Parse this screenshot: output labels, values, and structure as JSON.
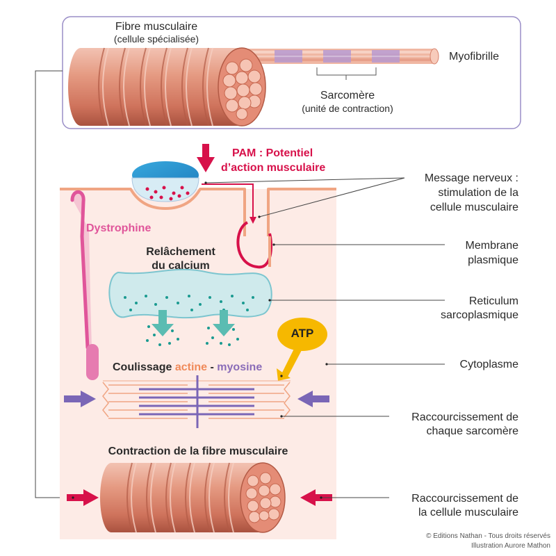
{
  "top": {
    "fibre_title": "Fibre musculaire",
    "fibre_sub": "(cellule spécialisée)",
    "myofibrille": "Myofibrille",
    "sarcomere": "Sarcomère",
    "sarcomere_sub": "(unité de contraction)"
  },
  "pam": {
    "line1": "PAM : Potentiel",
    "line2": "d’action musculaire"
  },
  "labels": {
    "dystrophine": "Dystrophine",
    "calcium_1": "Relâchement",
    "calcium_2": "du calcium",
    "atp": "ATP",
    "coulissage": "Coulissage",
    "actine": "actine",
    "dash": "-",
    "myosine": "myosine",
    "contraction": "Contraction de la fibre musculaire"
  },
  "right": {
    "message_1": "Message nerveux :",
    "message_2": "stimulation de la",
    "message_3": "cellule musculaire",
    "membrane_1": "Membrane",
    "membrane_2": "plasmique",
    "reticulum_1": "Reticulum",
    "reticulum_2": "sarcoplasmique",
    "cytoplasme": "Cytoplasme",
    "sarco_short_1": "Raccourcissement de",
    "sarco_short_2": "chaque sarcomère",
    "cell_short_1": "Raccourcissement de",
    "cell_short_2": "la cellule musculaire"
  },
  "credits": {
    "line1": "© Editions Nathan - Tous droits réservés",
    "line2": "Illustration Aurore Mathon"
  },
  "colors": {
    "cell_bg": "#fdebe6",
    "membrane": "#f0a583",
    "accent_red": "#d7114a",
    "dystrophine": "#e0559a",
    "reticulum_fill": "#cfeaec",
    "reticulum_stroke": "#7cc5cf",
    "teal": "#1a9a90",
    "teal_arrow": "#5bbcb2",
    "atp": "#f6b800",
    "violet": "#7a66b6",
    "muscle": "#d9806a",
    "frame": "#9a8ec7"
  }
}
